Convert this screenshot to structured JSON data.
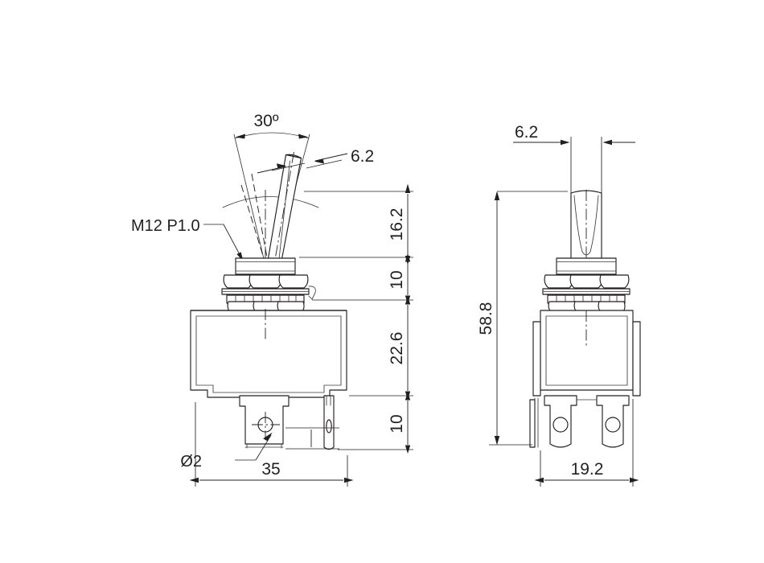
{
  "drawing": {
    "title": "Toggle Switch Mechanical Outline Drawing",
    "background_color": "#ffffff",
    "line_color": "#231f20",
    "views": {
      "front": {
        "name": "front-elevation-view",
        "callouts": {
          "thread": "M12 P1.0",
          "hole": "Ø2"
        },
        "dimensions": {
          "lever_angle": "30º",
          "lever_width": "6.2",
          "lever_height": "16.2",
          "bushing_height": "10",
          "body_height": "22.6",
          "terminal_height": "10",
          "overall_width": "35"
        }
      },
      "side": {
        "name": "side-elevation-view",
        "dimensions": {
          "lever_width": "6.2",
          "overall_height": "58.8",
          "overall_width": "19.2"
        }
      }
    }
  }
}
